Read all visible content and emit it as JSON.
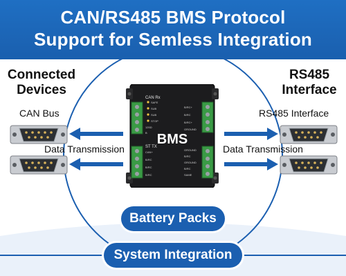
{
  "title": {
    "line1": "CAN/RS485 BMS Protocol",
    "line2": "Support for Semless Integration"
  },
  "left_panel": {
    "heading_line1": "Connected",
    "heading_line2": "Devices",
    "port_label": "CAN Bus",
    "flow_label": "Data Transmission"
  },
  "right_panel": {
    "heading_line1": "RS485",
    "heading_line2": "Interface",
    "port_label": "RS485 Interface",
    "flow_label": "Data Transmission"
  },
  "device": {
    "label": "BMS",
    "top_marking": "CAN Rx",
    "mid_marking": "ST  TX",
    "left_indicators": [
      "SAFE",
      "SUB",
      "SUB",
      "STOP",
      "120Ω",
      "B"
    ],
    "left_terminals_bottom": [
      "CAN+",
      "B/RC",
      "B/RC",
      "B/RC"
    ],
    "right_terminals_top": [
      "B/RC+",
      "B/RC",
      "B/RC+",
      "GROUND"
    ],
    "right_terminals_bottom": [
      "GROUND",
      "B/RC",
      "GROUND",
      "B/RC",
      "SAME"
    ]
  },
  "pills": {
    "battery": "Battery Packs",
    "system": "System Integration"
  },
  "colors": {
    "brand_blue": "#1b5fb0",
    "banner_blue": "#1f6fc3",
    "terminal_green": "#3a9a45",
    "device_body": "#1c1c1e"
  }
}
